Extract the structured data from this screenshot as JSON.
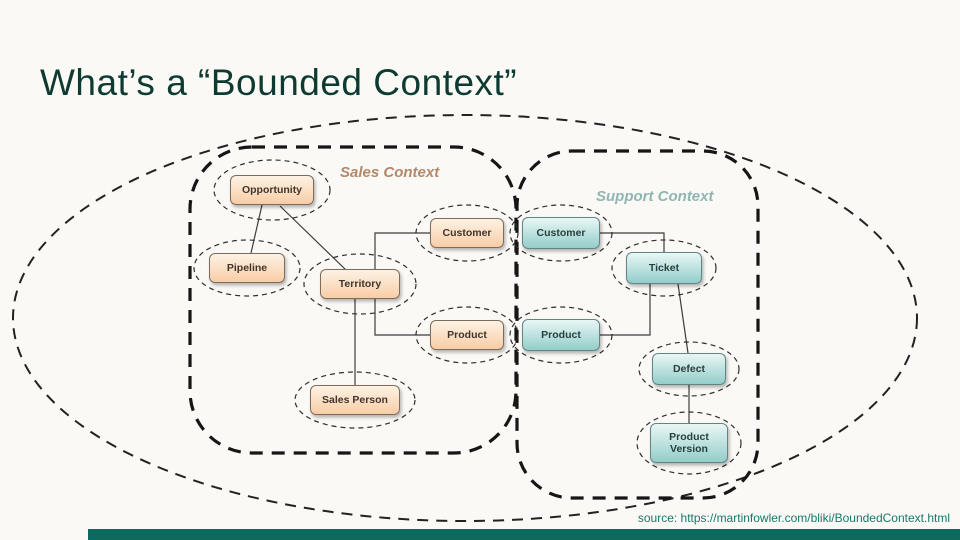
{
  "slide": {
    "title": "What’s a “Bounded Context”",
    "background_color": "#faf9f6",
    "title_color": "#0e3b31"
  },
  "diagram": {
    "contexts": [
      {
        "id": "sales",
        "label": "Sales Context",
        "label_color": "#b3886b",
        "box_style": "peach"
      },
      {
        "id": "support",
        "label": "Support Context",
        "label_color": "#8fb6b3",
        "box_style": "teal"
      }
    ],
    "nodes": [
      {
        "id": "opportunity",
        "label": "Opportunity",
        "context": "sales"
      },
      {
        "id": "pipeline",
        "label": "Pipeline",
        "context": "sales"
      },
      {
        "id": "territory",
        "label": "Territory",
        "context": "sales"
      },
      {
        "id": "customer-sales",
        "label": "Customer",
        "context": "sales"
      },
      {
        "id": "product-sales",
        "label": "Product",
        "context": "sales"
      },
      {
        "id": "sales-person",
        "label": "Sales Person",
        "context": "sales"
      },
      {
        "id": "customer-support",
        "label": "Customer",
        "context": "support"
      },
      {
        "id": "product-support",
        "label": "Product",
        "context": "support"
      },
      {
        "id": "ticket",
        "label": "Ticket",
        "context": "support"
      },
      {
        "id": "defect",
        "label": "Defect",
        "context": "support"
      },
      {
        "id": "product-version",
        "label": "Product Version",
        "context": "support"
      }
    ],
    "edges": [
      [
        "opportunity",
        "pipeline"
      ],
      [
        "opportunity",
        "territory"
      ],
      [
        "territory",
        "customer-sales"
      ],
      [
        "territory",
        "product-sales"
      ],
      [
        "territory",
        "sales-person"
      ],
      [
        "customer-support",
        "ticket"
      ],
      [
        "ticket",
        "product-support"
      ],
      [
        "ticket",
        "defect"
      ],
      [
        "defect",
        "product-version"
      ]
    ],
    "shared_concepts": [
      [
        "customer-sales",
        "customer-support"
      ],
      [
        "product-sales",
        "product-support"
      ]
    ]
  },
  "footer": {
    "source": "source: https://martinfowler.com/bliki/BoundedContext.html",
    "source_color": "#17786a",
    "bar_color": "#0d6a5f"
  }
}
